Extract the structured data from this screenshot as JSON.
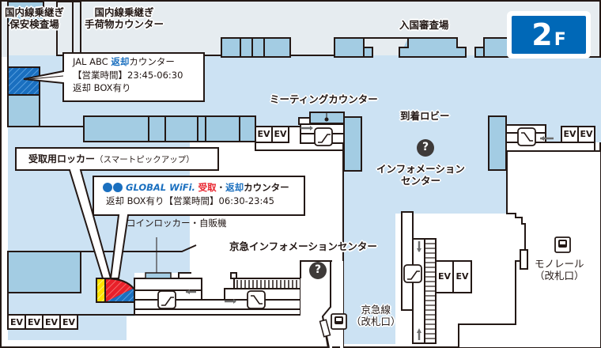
{
  "floor": {
    "number": "2",
    "unit": "F"
  },
  "areas": {
    "domestic_transfer_security": [
      "国内線乗継ぎ",
      "保安検査場"
    ],
    "domestic_transfer_baggage": [
      "国内線乗継ぎ",
      "手荷物カウンター"
    ],
    "immigration": "入国審査場",
    "meeting_counter": "ミーティングカウンター",
    "arrival_lobby": "到着ロビー",
    "information_center": [
      "インフォメーション",
      "センター"
    ],
    "keikyu_info_center": "京急インフォメーションセンター",
    "coin_locker": "コインロッカー・自販機",
    "keikyu_line": [
      "京急線",
      "（改札口）"
    ],
    "monorail": [
      "モノレール",
      "（改札口）"
    ]
  },
  "callouts": {
    "jal_abc": {
      "name_prefix": "JAL ABC ",
      "name_highlight": "返却",
      "name_suffix": "カウンター",
      "hours": "【営業時間】23:45-06:30",
      "note": "返却 BOX有り"
    },
    "locker": {
      "title": "受取用ロッカー",
      "subtitle": "（スマートピックアップ）"
    },
    "global_wifi": {
      "brand": "GLOBAL WiFi.",
      "receive": "受取",
      "separator": "・",
      "return": "返却",
      "suffix": "カウンター",
      "details": "返却 BOX有り【営業時間】06:30-23:45"
    }
  },
  "elevator_label": "EV",
  "icons": {
    "info": "?",
    "train": "train-icon",
    "escalator": "escalator-icon"
  },
  "colors": {
    "floor_area": "#cce2f3",
    "shop_block": "#a3cce3",
    "restricted_area": "#e6ecf0",
    "floor_badge": "#0068b7",
    "jal_counter": "#1a6fbf",
    "wifi_red": "#e8202a",
    "wifi_blue": "#1a6fbf",
    "locker_yellow": "#ffe100",
    "outline": "#231815"
  }
}
